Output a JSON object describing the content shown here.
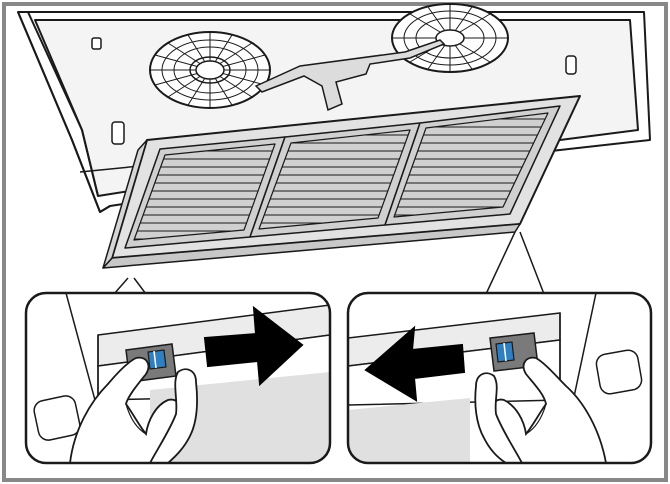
{
  "figure": {
    "content": "illustration",
    "colors": {
      "frame": "#888888",
      "line": "#1a1a1a",
      "hood_fill": "#ffffff",
      "shade_light": "#ececec",
      "shade_mid": "#d6d6d6",
      "filter_fill": "#e2e2e2",
      "latch_gray": "#7a7a7a",
      "latch_blue": "#2f7fc1",
      "arrow": "#000000"
    },
    "insets": [
      {
        "name": "release-latch-left",
        "arrow_direction": "right"
      },
      {
        "name": "release-latch-right",
        "arrow_direction": "left"
      }
    ]
  }
}
